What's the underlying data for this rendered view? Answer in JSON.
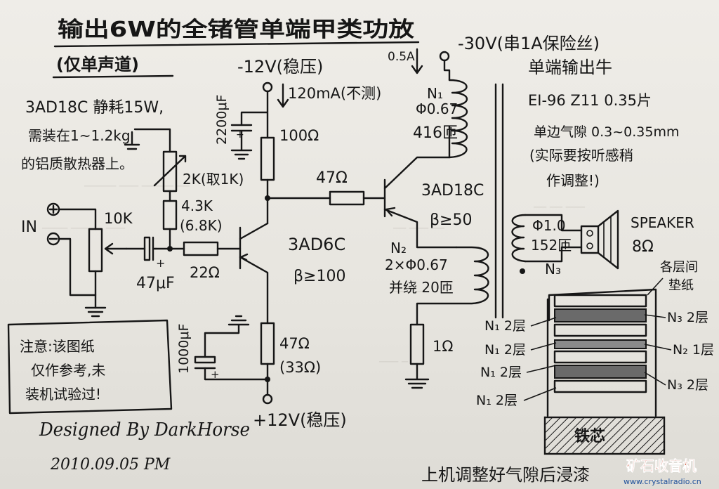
{
  "title": "输出6W的全锗管单端甲类功放",
  "subtitle": "(仅单声道)",
  "supply": {
    "minus30": "-30V(串1A保险丝)",
    "current_05": "0.5A",
    "minus12": "-12V(稳压)",
    "current_120": "120mA(不测)",
    "plus12": "+12V(稳压)"
  },
  "notes": {
    "heatsink_1": "3AD18C 静耗15W,",
    "heatsink_2": "需装在1~1.2kg",
    "heatsink_3": "的铝质散热器上。",
    "warning_1": "注意:该图纸",
    "warning_2": "仅作参考,未",
    "warning_3": "装机试验过!",
    "designer": "Designed By DarkHorse",
    "date": "2010.09.05 PM",
    "bottom": "上机调整好气隙后浸漆",
    "watermark_cn": "矿石收音机",
    "watermark_url": "www.crystalradio.cn"
  },
  "components": {
    "in_label": "IN",
    "pot": "10K",
    "c_in": "47μF",
    "r_base": "22Ω",
    "r_bias_pot": "2K(取1K)",
    "r_bias_1": "4.3K",
    "r_bias_2": "(6.8K)",
    "c_2200": "2200μF",
    "r_100": "100Ω",
    "r_47_mid": "47Ω",
    "q1_name": "3AD6C",
    "q1_beta": "β≥100",
    "r_47_emit_1": "47Ω",
    "r_47_emit_2": "(33Ω)",
    "c_1000": "1000μF",
    "q2_name": "3AD18C",
    "q2_beta": "β≥50",
    "r_1": "1Ω",
    "n1_label": "N₁",
    "n1_wire": "Φ0.67",
    "n1_turns": "416匝",
    "n2_label": "N₂",
    "n2_wire": "2×Φ0.67",
    "n2_turns": "并绕 20匝",
    "n3_label": "N₃",
    "n3_wire": "Φ1.0",
    "n3_turns": "152匝",
    "speaker_1": "SPEAKER",
    "speaker_2": "8Ω"
  },
  "transformer": {
    "title": "单端输出牛",
    "core": "EI-96 Z11 0.35片",
    "gap_1": "单边气隙 0.3~0.35mm",
    "gap_2": "(实际要按听感稍",
    "gap_3": "作调整!)",
    "insulation_1": "各层间",
    "insulation_2": "垫纸",
    "layers_left": [
      "N₁ 2层",
      "N₁ 2层",
      "N₁ 2层",
      "N₁ 2层"
    ],
    "layers_right": [
      "N₃ 2层",
      "N₂ 1层",
      "N₃ 2层"
    ],
    "core_label": "铁芯"
  }
}
